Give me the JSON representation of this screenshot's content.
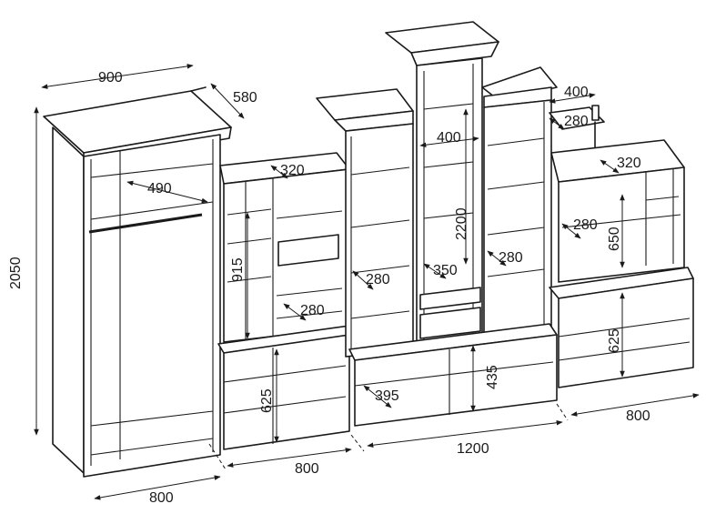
{
  "dimensions": {
    "wardrobe_width": "900",
    "wardrobe_depth": "580",
    "total_height": "2050",
    "wardrobe_inner_depth": "490",
    "wardrobe_base": "800",
    "left_unit_depth": "320",
    "left_upper_height": "915",
    "left_shelf_depth_a": "280",
    "left_shelf_depth_b": "280",
    "left_lower_height": "625",
    "left_unit_base": "800",
    "tower_width": "400",
    "tower_height": "2200",
    "tower_shelf_depth": "350",
    "right_tower_shelf_depth": "280",
    "center_base_width": "1200",
    "center_lower_height": "435",
    "center_shelf_depth": "395",
    "right_top_width": "400",
    "right_top_depth": "280",
    "right_unit_depth": "320",
    "right_upper_height": "650",
    "right_shelf_depth": "280",
    "right_lower_height": "625",
    "right_unit_base": "800"
  },
  "colors": {
    "line": "#1a1a1a",
    "background": "#ffffff"
  }
}
